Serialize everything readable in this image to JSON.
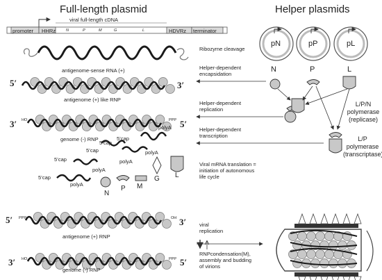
{
  "titles": {
    "left": "Full-length plasmid",
    "right": "Helper plasmids"
  },
  "plasmid": {
    "cdna_label": "viral full-length cDNA",
    "segments": [
      "promoter",
      "HHRz",
      "N",
      "P",
      "M",
      "G",
      "L",
      "HDVRz",
      "terminator"
    ]
  },
  "helpers": {
    "pN": "pN",
    "pP": "pP",
    "pL": "pL",
    "N": "N",
    "P": "P",
    "L": "L"
  },
  "steps": {
    "ribozyme": "Ribozyme cleavage",
    "encaps_1": "Helper-dependent",
    "encaps_2": "encapsidation",
    "repl_1": "Helper-dependent",
    "repl_2": "replication",
    "trans_1": "Helper-dependent",
    "trans_2": "transcription",
    "mrna_1": "Viral mRNA translation =",
    "mrna_2": "initiation of autonomous",
    "mrna_3": "life cycle",
    "viral_repl_1": "viral",
    "viral_repl_2": "replication",
    "rnp_1": "RNPcondensation(M),",
    "rnp_2": "assembly and budding",
    "rnp_3": "of virions"
  },
  "polymerase": {
    "replicase_1": "L/P/N",
    "replicase_2": "polymerase",
    "replicase_3": "(replicase)",
    "transcriptase_1": "L/P",
    "transcriptase_2": "polymerase",
    "transcriptase_3": "(transcriptase)"
  },
  "labels": {
    "antigenome_sense": "antigenome-sense RNA (+)",
    "antigenome_like_rnp": "antigenome (+) like RNP",
    "genome_rnp": "genome (-) RNP",
    "antigenome_rnp": "antigenome (+) RNP",
    "genome_rnp_2": "genome (-) RNP",
    "five_prime": "5′",
    "three_prime": "3′",
    "ho": "HO",
    "ppp": "PPP",
    "oh": "OH",
    "cap": "5’cap",
    "polya": "polyA",
    "prot_N": "N",
    "prot_P": "P",
    "prot_M": "M",
    "prot_G": "G",
    "prot_L": "L"
  },
  "colors": {
    "nucleoprotein_fill": "#c8c8c8",
    "rna_stroke": "#1a1a1a",
    "plasmid_box": "#d9d9d9",
    "arrow": "#333333"
  }
}
